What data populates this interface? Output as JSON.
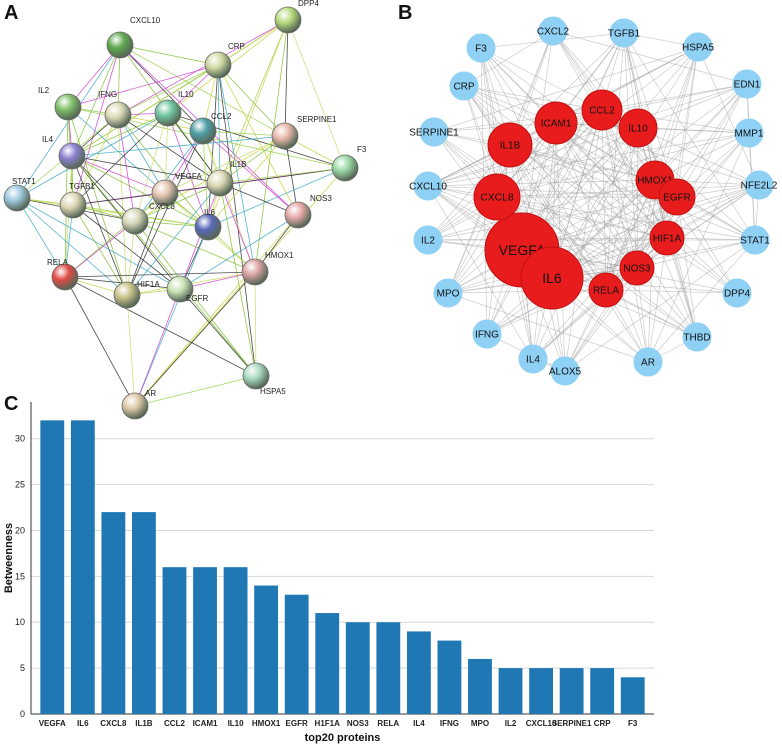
{
  "panels": {
    "a": "A",
    "b": "B",
    "c": "C"
  },
  "panel_a": {
    "nodes": [
      {
        "label": "CXCL10",
        "color": "#5faa4f"
      },
      {
        "label": "DPP4",
        "color": "#b6d97a"
      },
      {
        "label": "CRP",
        "color": "#cfd9a0"
      },
      {
        "label": "IL2",
        "color": "#7fbf6a"
      },
      {
        "label": "IFNG",
        "color": "#d9d8b5"
      },
      {
        "label": "IL10",
        "color": "#6fc7a0"
      },
      {
        "label": "CCL2",
        "color": "#4f9fa8"
      },
      {
        "label": "SERPINE1",
        "color": "#e7b7a8"
      },
      {
        "label": "IL4",
        "color": "#8a7fd0"
      },
      {
        "label": "F3",
        "color": "#9ad8a6"
      },
      {
        "label": "STAT1",
        "color": "#9cc8de"
      },
      {
        "label": "TGFB1",
        "color": "#ddd6b3"
      },
      {
        "label": "VEGFA",
        "color": "#e3c3b0"
      },
      {
        "label": "IL1B",
        "color": "#dcd8b5"
      },
      {
        "label": "CXCL8",
        "color": "#d6d8b9"
      },
      {
        "label": "IL6",
        "color": "#5867b8"
      },
      {
        "label": "NOS3",
        "color": "#e5a8a6"
      },
      {
        "label": "HMOX1",
        "color": "#d9a3a0"
      },
      {
        "label": "RELA",
        "color": "#e04a44"
      },
      {
        "label": "HIF1A",
        "color": "#c9c189"
      },
      {
        "label": "EGFR",
        "color": "#c9e2b5"
      },
      {
        "label": "HSPA5",
        "color": "#a9d9c0"
      },
      {
        "label": "AR",
        "color": "#ddc7a7"
      }
    ]
  },
  "panel_b": {
    "hub_color": "#e81c1c",
    "outer_color": "#8fd0f5",
    "hub_nodes": [
      "VEGFA",
      "IL6",
      "CXCL8",
      "IL1B",
      "ICAM1",
      "CCL2",
      "IL10",
      "HMOX1",
      "EGFR",
      "HIF1A",
      "NOS3",
      "RELA"
    ],
    "outer_nodes": [
      "F3",
      "CXCL2",
      "TGFB1",
      "HSPA5",
      "EDN1",
      "MMP1",
      "NFE2L2",
      "STAT1",
      "DPP4",
      "THBD",
      "AR",
      "ALOX5",
      "IL4",
      "IFNG",
      "MPO",
      "IL2",
      "CXCL10",
      "SERPINE1",
      "CRP"
    ]
  },
  "chart_data": {
    "type": "bar",
    "categories": [
      "VEGFA",
      "IL6",
      "CXCL8",
      "IL1B",
      "CCL2",
      "ICAM1",
      "IL10",
      "HMOX1",
      "EGFR",
      "H1F1A",
      "NOS3",
      "RELA",
      "IL4",
      "IFNG",
      "MPO",
      "IL2",
      "CXCL10",
      "SERPINE1",
      "CRP",
      "F3"
    ],
    "values": [
      32,
      32,
      22,
      22,
      16,
      16,
      16,
      14,
      13,
      11,
      10,
      10,
      9,
      8,
      6,
      5,
      5,
      5,
      5,
      4
    ],
    "xlabel": "top20 proteins",
    "ylabel": "Betweenness",
    "ylim": [
      0,
      34
    ],
    "yticks": [
      0,
      5,
      10,
      15,
      20,
      25,
      30
    ],
    "bar_color": "#1f77b4",
    "grid": true
  }
}
